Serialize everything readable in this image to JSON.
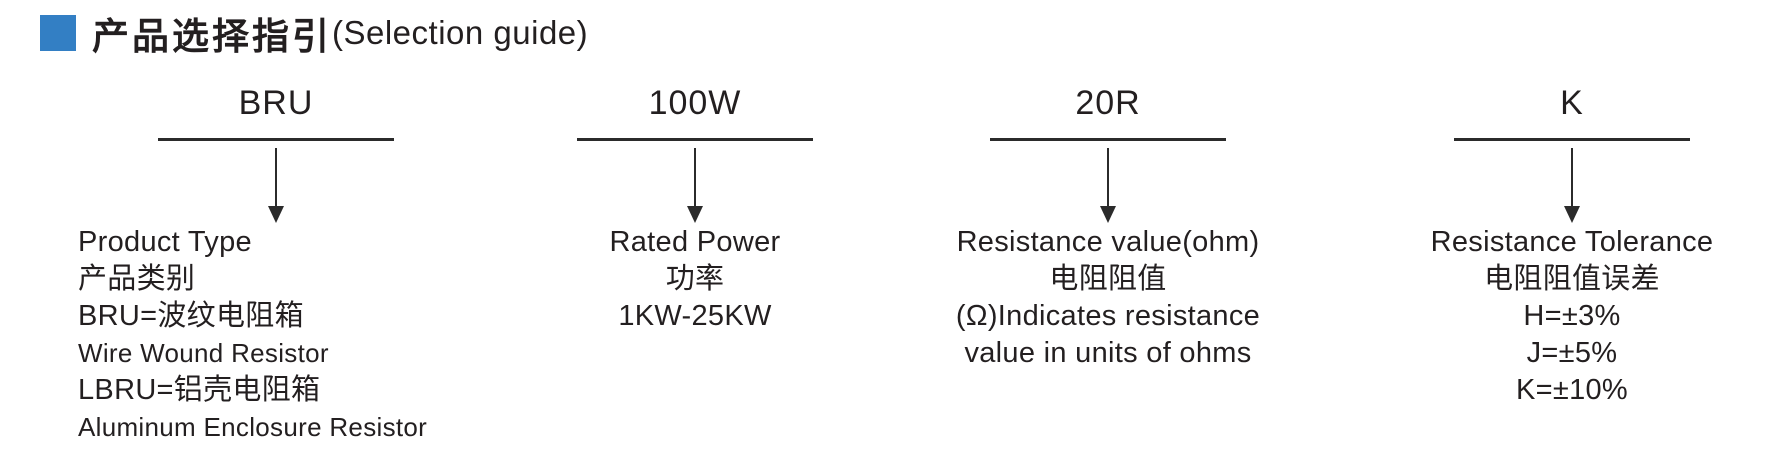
{
  "header": {
    "title_zh": "产品选择指引",
    "title_en": "(Selection guide)"
  },
  "colors": {
    "accent": "#337fc4",
    "text": "#231f20"
  },
  "columns": [
    {
      "code": "BRU",
      "meaning": "product-type",
      "lines": [
        "Product Type",
        "产品类别",
        "BRU=波纹电阻箱",
        "Wire Wound Resistor",
        "LBRU=铝壳电阻箱",
        "Aluminum Enclosure Resistor"
      ]
    },
    {
      "code": "100W",
      "meaning": "rated-power",
      "lines": [
        "Rated Power",
        "功率",
        "1KW-25KW"
      ]
    },
    {
      "code": "20R",
      "meaning": "resistance-value",
      "lines": [
        "Resistance value(ohm)",
        "电阻阻值",
        "(Ω)Indicates resistance",
        "value in units of ohms"
      ]
    },
    {
      "code": "K",
      "meaning": "resistance-tolerance",
      "lines": [
        "Resistance Tolerance",
        "电阻阻值误差",
        "H=±3%",
        "J=±5%",
        "K=±10%"
      ]
    }
  ]
}
